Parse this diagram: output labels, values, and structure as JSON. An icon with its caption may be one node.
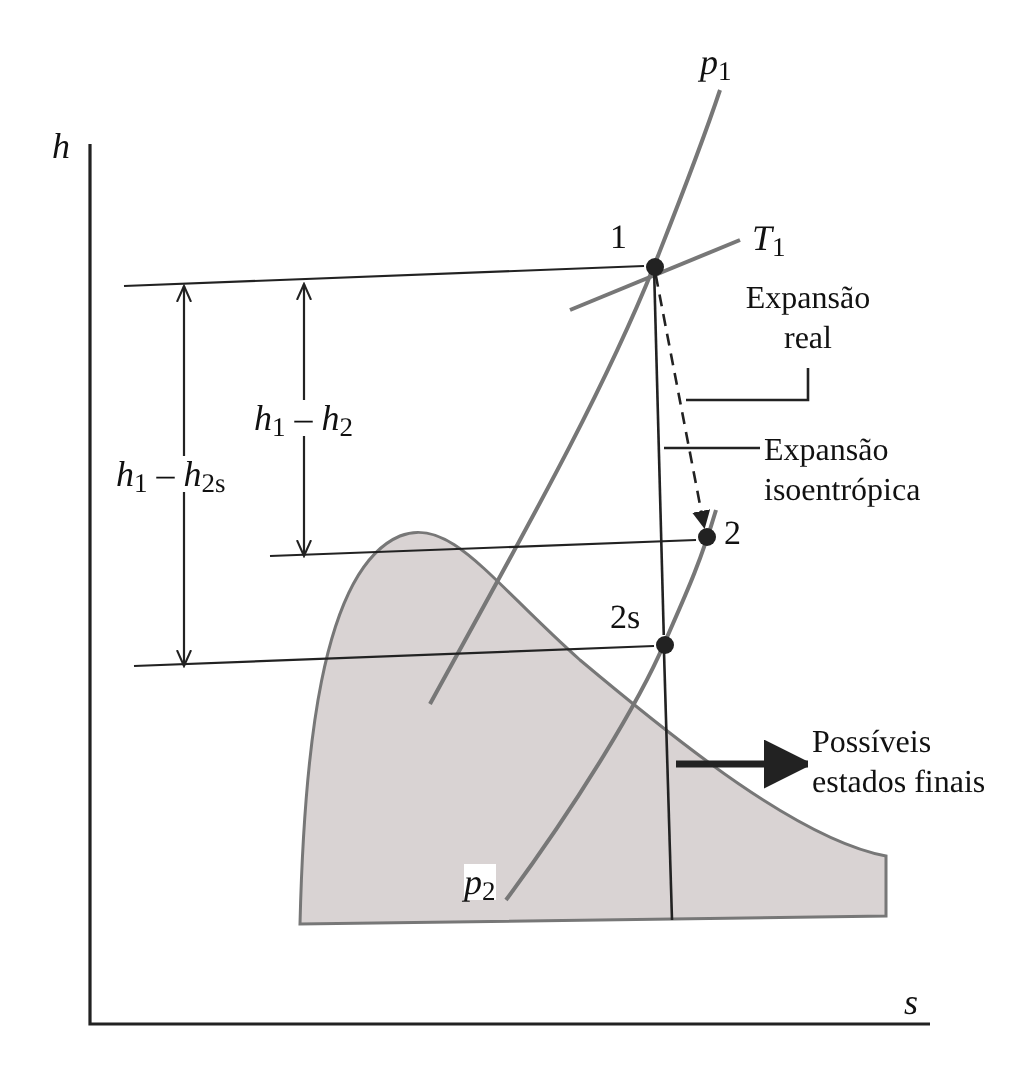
{
  "diagram": {
    "nodes": [
      {
        "text": [],
        "shape": "circle",
        "beside": [
          "1"
        ]
      },
      {
        "text": [],
        "shape": "circle",
        "beside": [
          "2"
        ]
      },
      {
        "text": [],
        "shape": "circle",
        "beside": [
          "2s"
        ]
      },
      {
        "text": [
          "Expansão real"
        ]
      },
      {
        "text": [
          "Expansão isoentrópica"
        ]
      },
      {
        "text": [
          "Possíveis estados finais"
        ]
      }
    ],
    "edges": [
      {
        "from": 0,
        "to": 1,
        "arrow": "to",
        "style": "dashed"
      },
      {
        "from": 0,
        "to": 2,
        "arrow": "none"
      },
      {
        "from": 3,
        "to": null,
        "arrow": "none"
      },
      {
        "from": 4,
        "to": null,
        "arrow": "none"
      },
      {
        "from": null,
        "to": 5,
        "arrow": "to",
        "style": "thick"
      }
    ],
    "labels": [
      "*p*$_{1}$",
      "h",
      "*T*$_{1}$",
      "*h*$_{1}$ – *h*$_{2}$",
      "*h*$_{1}$ – *h*$_{2s}$",
      "*p*$_{2}$",
      "s"
    ]
  }
}
